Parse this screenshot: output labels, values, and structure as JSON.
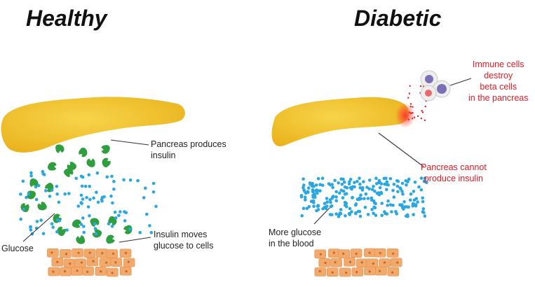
{
  "headings": {
    "healthy": "Healthy",
    "diabetic": "Diabetic"
  },
  "labels": {
    "pancreas_produces": [
      "Pancreas produces",
      "insulin"
    ],
    "glucose": "Glucose",
    "insulin_moves": [
      "Insulin moves",
      "glucose to cells"
    ],
    "immune_cells": [
      "Immune cells",
      "destroy",
      "beta cells",
      "in the pancreas"
    ],
    "pancreas_cannot": [
      "Pancreas cannot",
      "produce insulin"
    ],
    "more_glucose": [
      "More glucose",
      "in the blood"
    ]
  },
  "colors": {
    "pancreas": "#f4c430",
    "insulin": "#2e9e3e",
    "glucose": "#2aa7e0",
    "tissue": "#f2a96a",
    "alert": "#e01b24",
    "immune_cell": "#7d6fb5"
  },
  "icons": [
    "pancreas-icon",
    "insulin-icon",
    "glucose-icon",
    "tissue-cell-icon",
    "immune-cell-icon"
  ]
}
